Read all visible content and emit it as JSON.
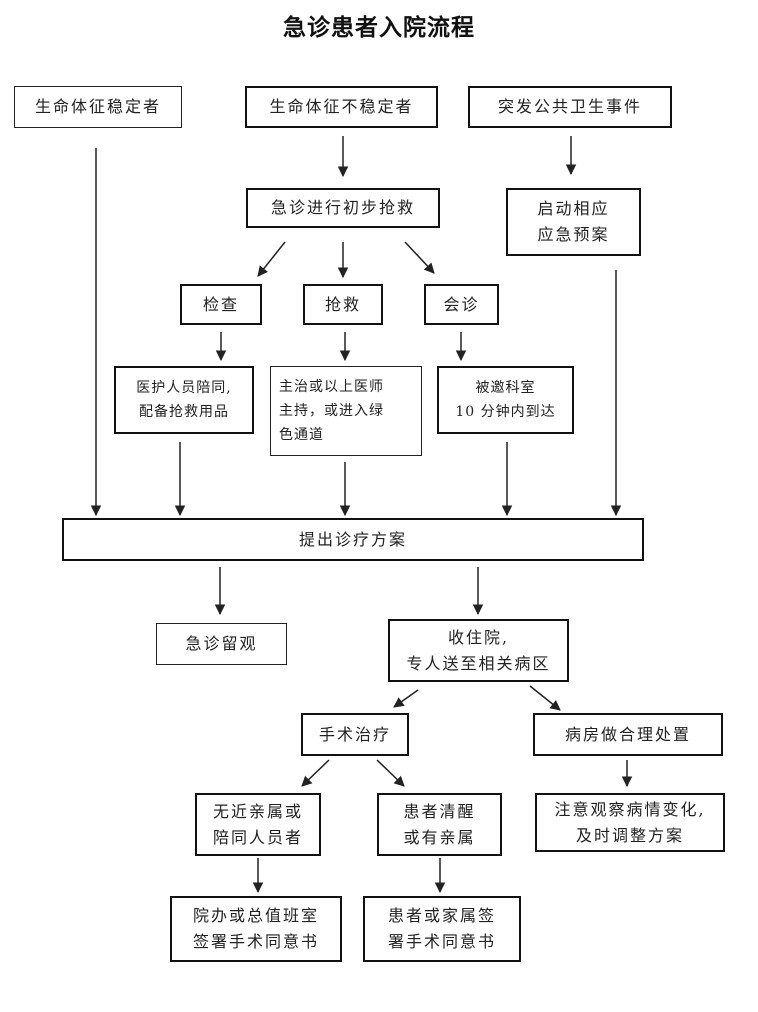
{
  "title": "急诊患者入院流程",
  "nodes": {
    "stable": "生命体征稳定者",
    "unstable": "生命体征不稳定者",
    "public_health": "突发公共卫生事件",
    "initial_rescue": "急诊进行初步抢救",
    "activate_plan": "启动相应\n应急预案",
    "exam": "检查",
    "rescue": "抢救",
    "consult": "会诊",
    "exam_detail": "医护人员陪同,\n配备抢救用品",
    "rescue_detail": "主治或以上医师\n主持，或进入绿\n色通道",
    "consult_detail": "被邀科室\n10 分钟内到达",
    "plan": "提出诊疗方案",
    "observe": "急诊留观",
    "admit": "收住院,\n专人送至相关病区",
    "surgery": "手术治疗",
    "ward_handle": "病房做合理处置",
    "no_relatives": "无近亲属或\n陪同人员者",
    "conscious": "患者清醒\n或有亲属",
    "observe_changes": "注意观察病情变化,\n及时调整方案",
    "office_sign": "院办或总值班室\n签署手术同意书",
    "family_sign": "患者或家属签\n署手术同意书"
  }
}
